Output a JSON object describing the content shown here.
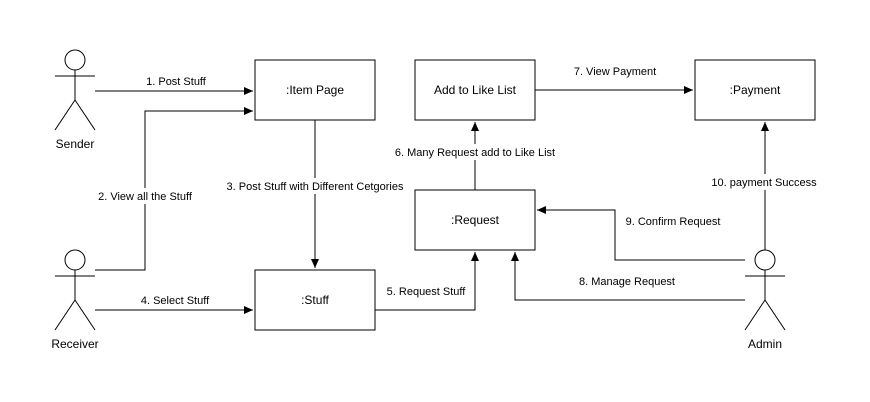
{
  "actors": {
    "sender": "Sender",
    "receiver": "Receiver",
    "admin": "Admin"
  },
  "boxes": {
    "item_page": ":Item Page",
    "stuff": ":Stuff",
    "request": ":Request",
    "like_list": "Add to Like List",
    "payment": ":Payment"
  },
  "messages": {
    "m1": "1. Post Stuff",
    "m2": "2. View all the Stuff",
    "m3": "3. Post Stuff with Different  Cetgories",
    "m4": "4. Select Stuff",
    "m5": "5. Request Stuff",
    "m6": "6. Many Request add to Like List",
    "m7": "7. View Payment",
    "m8": "8. Manage Request",
    "m9": "9. Confirm Request",
    "m10": "10. payment Success"
  },
  "colors": {
    "stroke": "#000000",
    "background": "#ffffff"
  }
}
